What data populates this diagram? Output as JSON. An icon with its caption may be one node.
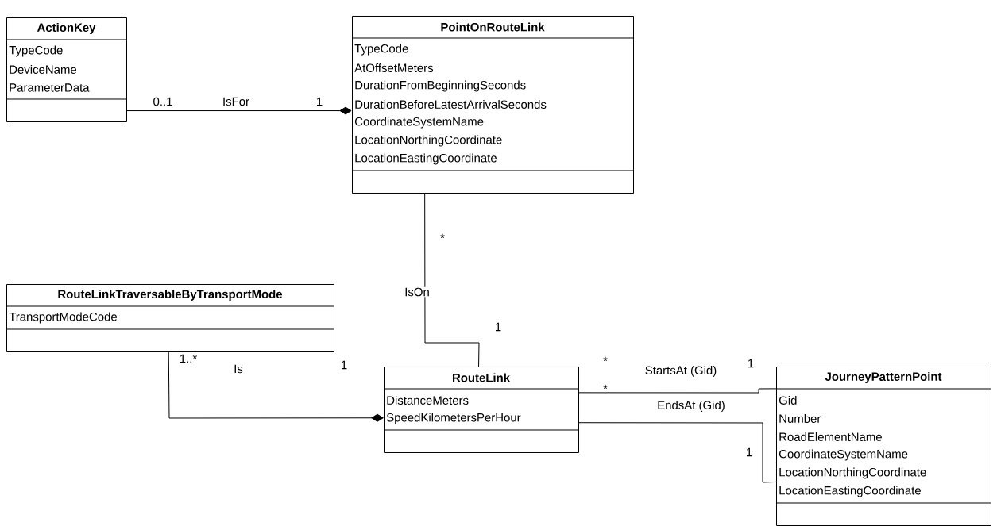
{
  "diagram": {
    "nodes": [
      {
        "text": [
          "ActionKey",
          "TypeCode",
          "DeviceName",
          "ParameterData"
        ]
      },
      {
        "text": [
          "PointOnRouteLink",
          "TypeCode",
          "AtOffsetMeters",
          "DurationFromBeginningSeconds",
          "DurationBeforeLatestArrivalSeconds",
          "CoordinateSystemName",
          "LocationNorthingCoordinate",
          "LocationEastingCoordinate"
        ]
      },
      {
        "text": [
          "RouteLinkTraversableByTransportMode",
          "TransportModeCode"
        ]
      },
      {
        "text": [
          "RouteLink",
          "DistanceMeters",
          "SpeedKilometersPerHour"
        ]
      },
      {
        "text": [
          "JourneyPatternPoint",
          "Gid",
          "Number",
          "RoadElementName",
          "CoordinateSystemName",
          "LocationNorthingCoordinate",
          "LocationEastingCoordinate"
        ]
      }
    ],
    "edges": [
      {
        "from": 0,
        "to": 1,
        "arrow": "other",
        "label": "IsFor"
      },
      {
        "from": 1,
        "to": 3,
        "arrow": "none",
        "label": "IsOn"
      },
      {
        "from": 2,
        "to": 3,
        "arrow": "other",
        "label": "Is"
      },
      {
        "from": 3,
        "to": 4,
        "arrow": "none",
        "label": "StartsAt (Gid)"
      },
      {
        "from": 3,
        "to": 4,
        "arrow": "none",
        "label": "EndsAt (Gid)"
      }
    ],
    "labels": [
      "0..1",
      "1",
      "*",
      "1",
      "*",
      "1",
      "1..*",
      "1",
      "*",
      "1"
    ]
  }
}
